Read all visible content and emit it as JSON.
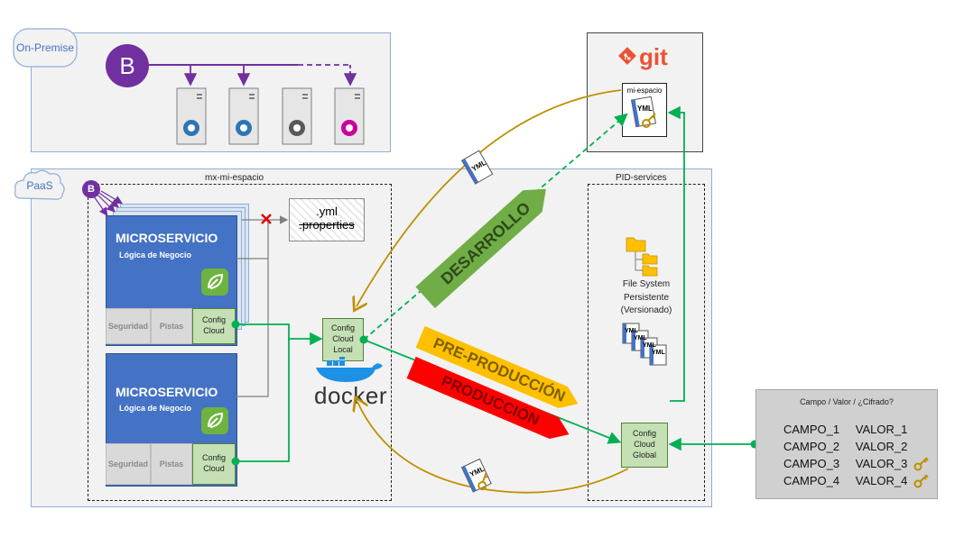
{
  "onpremise": {
    "label": "On-Premise",
    "bus_letter": "B"
  },
  "paas": {
    "label": "PaaS",
    "bus_letter": "B"
  },
  "space": {
    "label": "mx-mi-espacio",
    "microservices": [
      {
        "title": "MICROSERVICIO",
        "subtitle": "Lógica de Negocio",
        "seguridad": "Seguridad",
        "pistas": "Pistas",
        "config_line1": "Config",
        "config_line2": "Cloud"
      },
      {
        "title": "MICROSERVICIO",
        "subtitle": "Lógica de Negocio",
        "seguridad": "Seguridad",
        "pistas": "Pistas",
        "config_line1": "Config",
        "config_line2": "Cloud"
      }
    ],
    "files": {
      "line1": ".yml",
      "line2": ".properties"
    },
    "config_local": {
      "line1": "Config",
      "line2": "Cloud",
      "line3": "Local"
    },
    "docker_label": "docker"
  },
  "pid_services": {
    "label": "PID-services",
    "fs_label": [
      "File System",
      "Persistente",
      "(Versionado)"
    ],
    "yml_tags": [
      "YML",
      "YML",
      "YML",
      "YML"
    ],
    "config_global": {
      "line1": "Config",
      "line2": "Cloud",
      "line3": "Global"
    }
  },
  "git": {
    "label": "git",
    "repo": "mi-espacio",
    "yml": "YML"
  },
  "banners": {
    "desarrollo": "DESARROLLO",
    "preproduccion": "PRE-PRODUCCIÓN",
    "produccion": "PRODUCCIÓN"
  },
  "floating_yml": {
    "top": "YML",
    "bottom": "YML"
  },
  "fields": {
    "title": "Campo / Valor / ¿Cifrado?",
    "rows": [
      {
        "campo": "CAMPO_1",
        "valor": "VALOR_1",
        "encrypted": false
      },
      {
        "campo": "CAMPO_2",
        "valor": "VALOR_2",
        "encrypted": false
      },
      {
        "campo": "CAMPO_3",
        "valor": "VALOR_3",
        "encrypted": true
      },
      {
        "campo": "CAMPO_4",
        "valor": "VALOR_4",
        "encrypted": true
      }
    ]
  },
  "colors": {
    "bus": "#7030a0",
    "microservice": "#4472c4",
    "green_line": "#00b050",
    "brown_line": "#bf9000",
    "desarrollo": "#70ad47",
    "preproduccion": "#ffc000",
    "produccion": "#ff0000",
    "git": "#f05033"
  },
  "servers": [
    {
      "icon": "gear-blue"
    },
    {
      "icon": "gear-blue"
    },
    {
      "icon": "gear-gray"
    },
    {
      "icon": "gear-magenta"
    }
  ]
}
